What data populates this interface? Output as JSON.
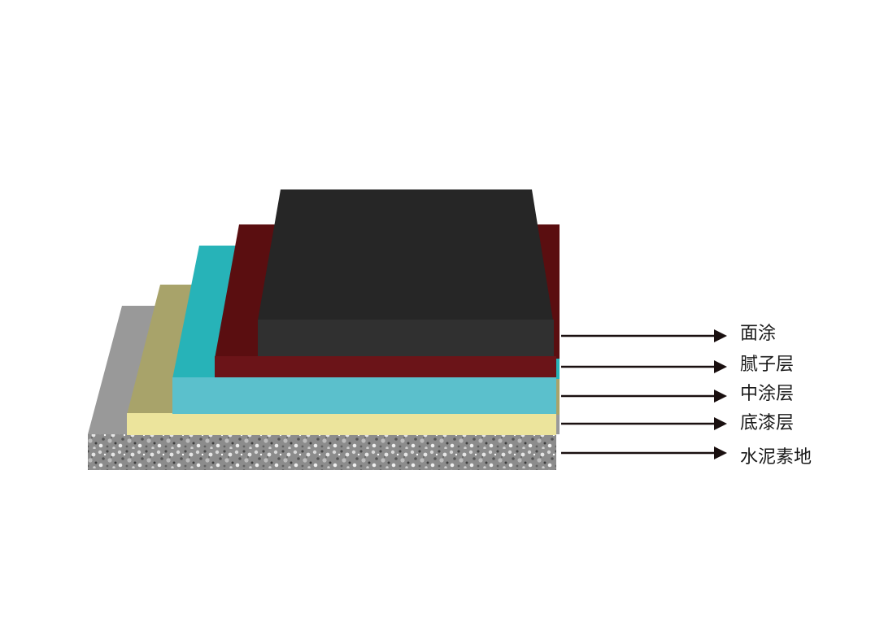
{
  "diagram": {
    "type": "layered-cross-section",
    "layers": [
      {
        "id": "top-coat",
        "label": "面涂",
        "front_color": "#2d2d2d",
        "top_color": "#2a2a2a",
        "side_color": "#1e1e1e"
      },
      {
        "id": "putty",
        "label": "腻子层",
        "front_color": "#6b1418",
        "top_color": "#8a1e22",
        "side_color": "#4a0b0d"
      },
      {
        "id": "middle-coat",
        "label": "中涂层",
        "front_color": "#5bc0cc",
        "top_color": "#27b3b8",
        "side_color": "#1aa0a5"
      },
      {
        "id": "primer",
        "label": "底漆层",
        "front_color": "#ece49c",
        "top_color": "#a8a36a",
        "side_color": "#9a955e"
      },
      {
        "id": "concrete",
        "label": "水泥素地",
        "front_color": "#8a8a8a",
        "top_color": "#9a9a9a",
        "side_color": "#7d7d7d"
      }
    ],
    "arrow_color": "#1a1010"
  }
}
